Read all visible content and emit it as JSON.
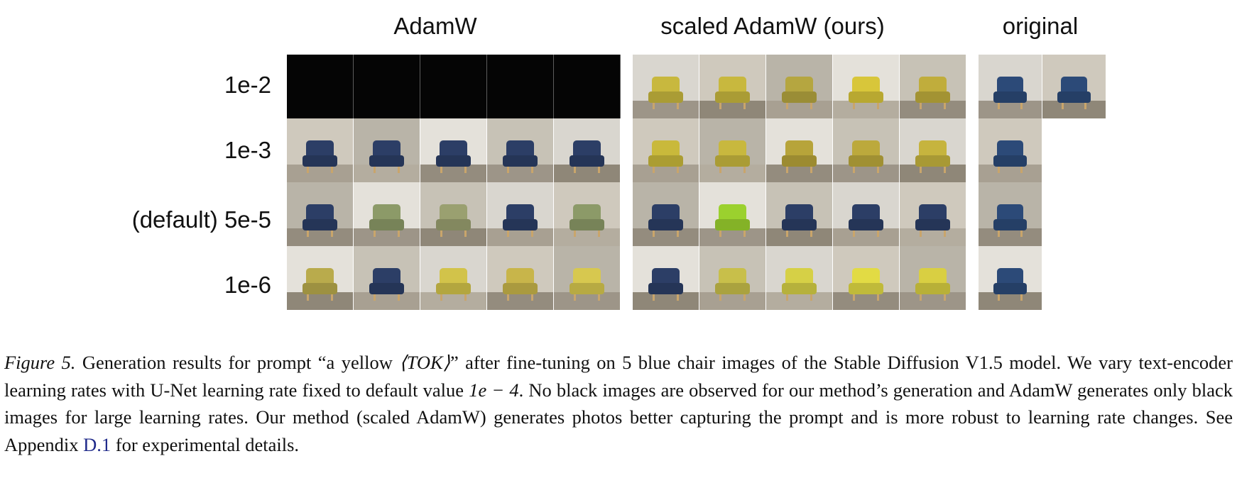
{
  "figure": {
    "column_headers": [
      "AdamW",
      "scaled AdamW (ours)",
      "original"
    ],
    "row_labels": [
      "1e-2",
      "1e-3",
      "(default) 5e-5",
      "1e-6"
    ],
    "panels": {
      "adamw": [
        [
          {
            "t": "black"
          },
          {
            "t": "black"
          },
          {
            "t": "black"
          },
          {
            "t": "black"
          },
          {
            "t": "black"
          }
        ],
        [
          {
            "t": "chair",
            "c": "#2c3e66"
          },
          {
            "t": "chair",
            "c": "#2c3e66"
          },
          {
            "t": "chair",
            "c": "#2c3e66"
          },
          {
            "t": "chair",
            "c": "#2c3e66"
          },
          {
            "t": "chair",
            "c": "#2c3e66"
          }
        ],
        [
          {
            "t": "chair",
            "c": "#2c3e66"
          },
          {
            "t": "chair",
            "c": "#8c9a68"
          },
          {
            "t": "chair",
            "c": "#9aa070"
          },
          {
            "t": "chair",
            "c": "#2c3e66"
          },
          {
            "t": "chair",
            "c": "#8c9a68"
          }
        ],
        [
          {
            "t": "chair",
            "c": "#b9ab4c"
          },
          {
            "t": "chair",
            "c": "#2c3e66"
          },
          {
            "t": "chair",
            "c": "#d2c34a"
          },
          {
            "t": "chair",
            "c": "#c8b54a"
          },
          {
            "t": "chair",
            "c": "#d7c84f"
          }
        ]
      ],
      "scaled": [
        [
          {
            "t": "chair",
            "c": "#c8b83e"
          },
          {
            "t": "chair",
            "c": "#c8b83e"
          },
          {
            "t": "chair",
            "c": "#b5a640"
          },
          {
            "t": "chair",
            "c": "#d8c63a"
          },
          {
            "t": "chair",
            "c": "#c0ad3c"
          }
        ],
        [
          {
            "t": "chair",
            "c": "#c9b93b"
          },
          {
            "t": "chair",
            "c": "#c8b83e"
          },
          {
            "t": "chair",
            "c": "#b7a43a"
          },
          {
            "t": "chair",
            "c": "#bca93c"
          },
          {
            "t": "chair",
            "c": "#c6b43e"
          }
        ],
        [
          {
            "t": "chair",
            "c": "#2c3e66"
          },
          {
            "t": "chair",
            "c": "#9bd12e"
          },
          {
            "t": "chair",
            "c": "#2c3e66"
          },
          {
            "t": "chair",
            "c": "#2c3e66"
          },
          {
            "t": "chair",
            "c": "#2c3e66"
          }
        ],
        [
          {
            "t": "chair",
            "c": "#2c3e66"
          },
          {
            "t": "chair",
            "c": "#c8bf4a"
          },
          {
            "t": "chair",
            "c": "#d6d046"
          },
          {
            "t": "chair",
            "c": "#e2db44"
          },
          {
            "t": "chair",
            "c": "#d9cf42"
          }
        ]
      ],
      "original": [
        [
          {
            "t": "chair",
            "c": "#2c4a78"
          },
          {
            "t": "chair",
            "c": "#2c4a78"
          }
        ],
        [
          {
            "t": "chair",
            "c": "#2c4a78"
          },
          {
            "t": "empty"
          }
        ],
        [
          {
            "t": "chair",
            "c": "#2c4a78"
          },
          {
            "t": "empty"
          }
        ],
        [
          {
            "t": "chair",
            "c": "#2c4a78"
          },
          {
            "t": "empty"
          }
        ]
      ]
    }
  },
  "caption": {
    "label": "Figure 5.",
    "p1": " Generation results for prompt “a yellow ",
    "tok": "⟨TOK⟩",
    "p2": "” after fine-tuning on 5 blue chair images of the Stable Diffusion V1.5 model. We vary text-encoder learning rates with U-Net learning rate fixed to default value ",
    "lr": "1e − 4",
    "p3": ". No black images are observed for our method’s generation and AdamW generates only black images for large learning rates. Our method (scaled AdamW) generates photos better capturing the prompt and is more robust to learning rate changes. See Appendix ",
    "link": "D.1",
    "p4": " for experimental details."
  }
}
